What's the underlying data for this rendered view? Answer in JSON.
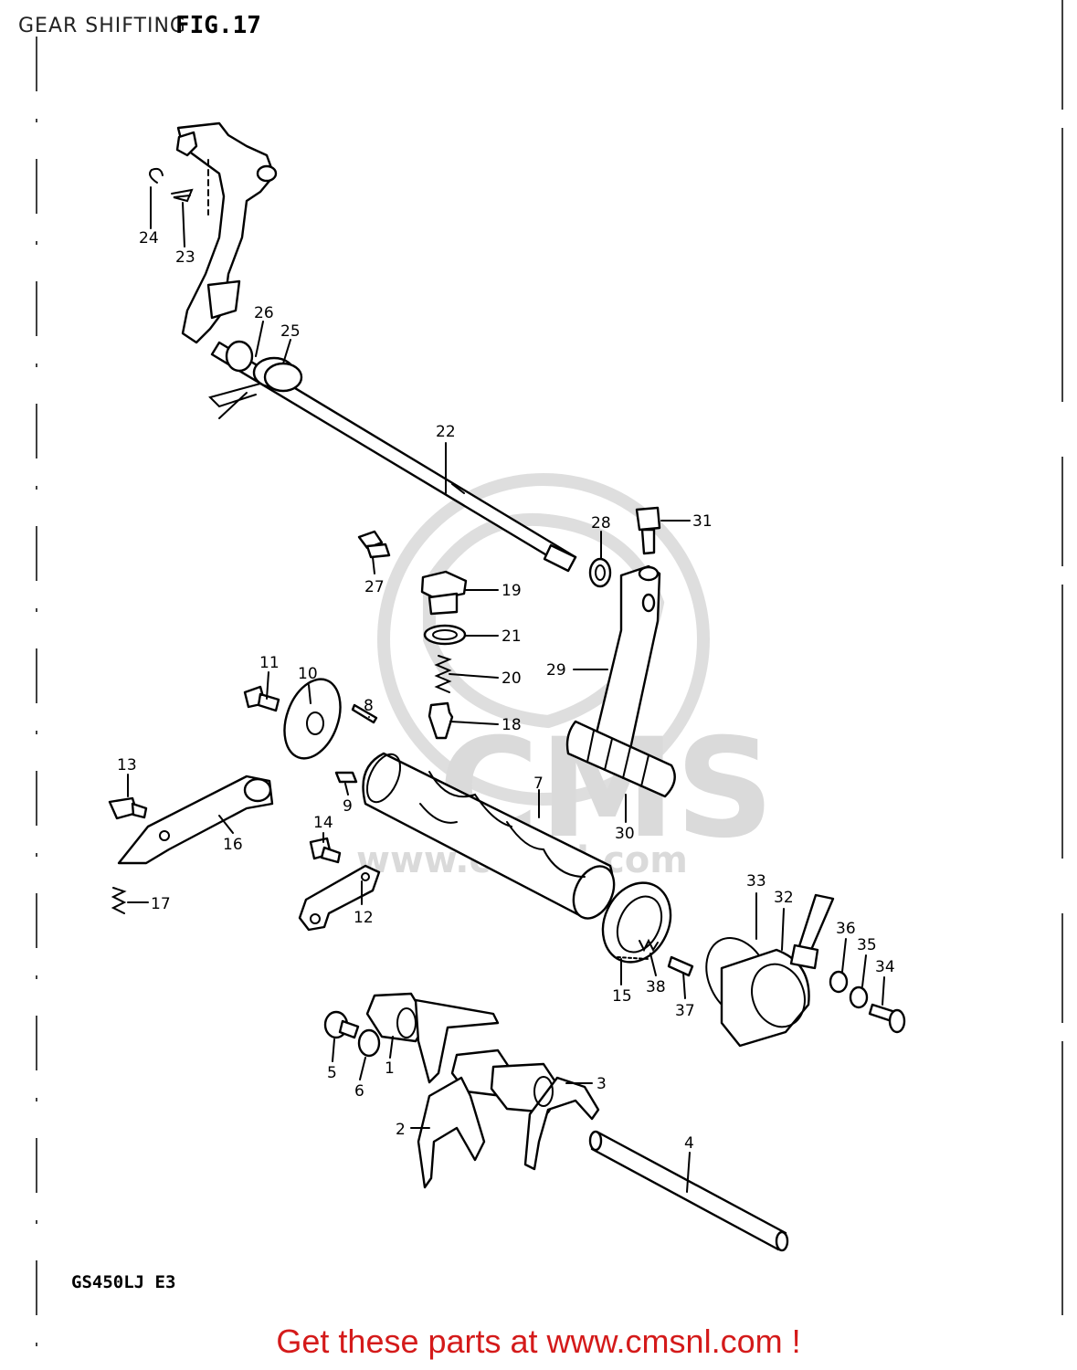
{
  "header": {
    "title": "GEAR SHIFTING",
    "figure": "FIG.17"
  },
  "model": "GS450LJ E3",
  "watermark": {
    "text": "CMS",
    "url": "www.cmsnl.com"
  },
  "footer": "Get these parts at www.cmsnl.com !",
  "colors": {
    "footer_text": "#d41a1a",
    "line_art": "#000000",
    "watermark": "#dedede"
  },
  "callouts": {
    "c1": "1",
    "c2": "2",
    "c3": "3",
    "c4": "4",
    "c5": "5",
    "c6": "6",
    "c7": "7",
    "c8": "8",
    "c9": "9",
    "c10": "10",
    "c11": "11",
    "c12": "12",
    "c13": "13",
    "c14": "14",
    "c15": "15",
    "c16": "16",
    "c17": "17",
    "c18": "18",
    "c19": "19",
    "c20": "20",
    "c21": "21",
    "c22": "22",
    "c23": "23",
    "c24": "24",
    "c25": "25",
    "c26": "26",
    "c27": "27",
    "c28": "28",
    "c29": "29",
    "c30": "30",
    "c31": "31",
    "c32": "32",
    "c33": "33",
    "c34": "34",
    "c35": "35",
    "c36": "36",
    "c37": "37",
    "c38": "38"
  }
}
